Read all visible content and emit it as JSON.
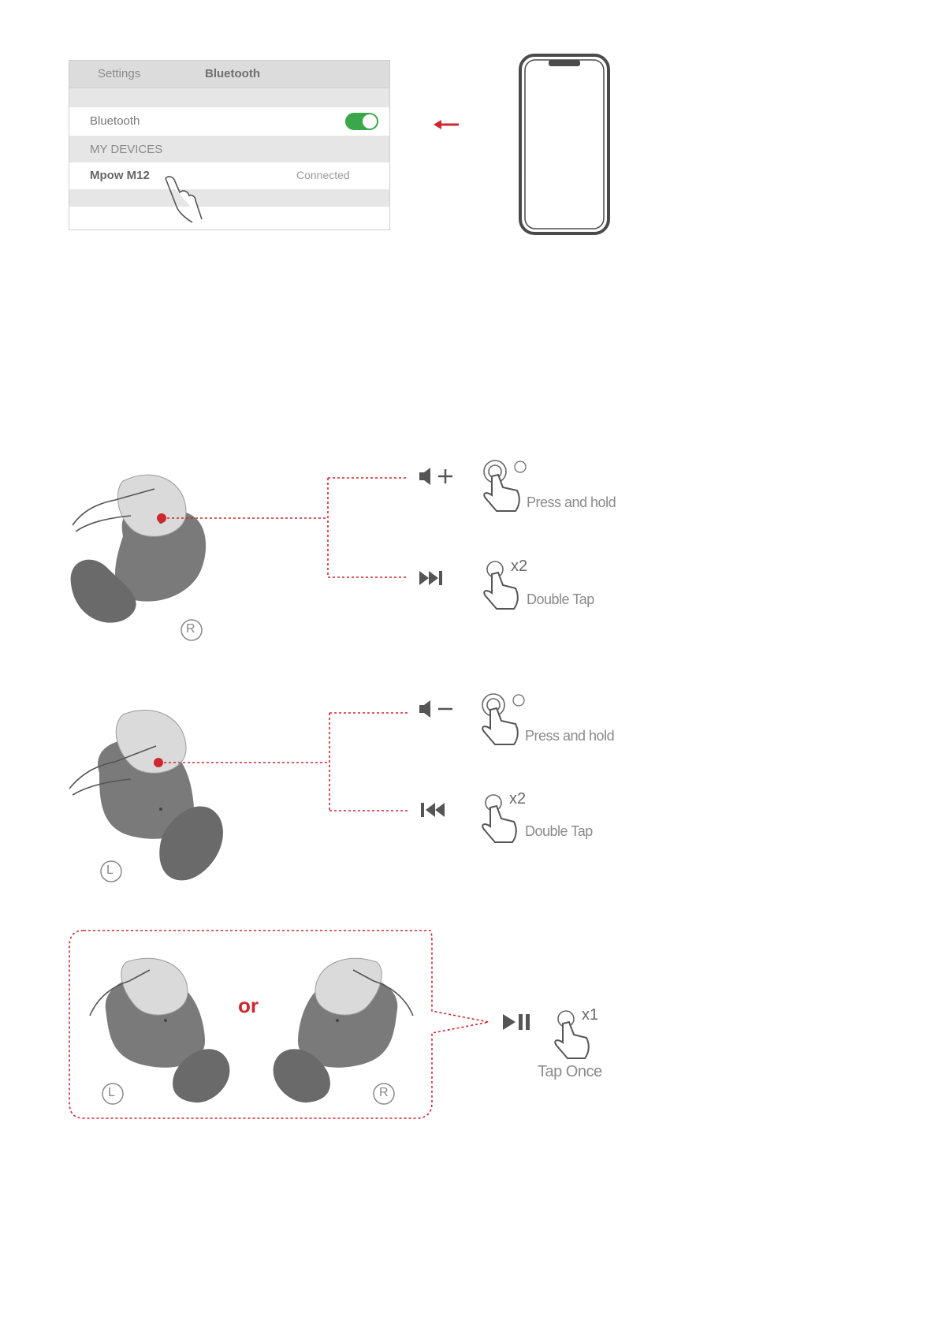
{
  "bluetooth_panel": {
    "breadcrumb": "Settings",
    "title": "Bluetooth",
    "toggle_label": "Bluetooth",
    "toggle_state": "on",
    "section_header": "MY DEVICES",
    "device_name": "Mpow M12",
    "device_status": "Connected"
  },
  "right_earbud": {
    "side": "R",
    "actions": [
      {
        "control": "volume-up",
        "gesture_count": "",
        "gesture_label": "Press and hold"
      },
      {
        "control": "next-track",
        "gesture_count": "x2",
        "gesture_label": "Double Tap"
      }
    ]
  },
  "left_earbud": {
    "side": "L",
    "actions": [
      {
        "control": "volume-down",
        "gesture_count": "",
        "gesture_label": "Press and hold"
      },
      {
        "control": "previous-track",
        "gesture_count": "x2",
        "gesture_label": "Double Tap"
      }
    ]
  },
  "play_pause": {
    "left_side": "L",
    "right_side": "R",
    "or_label": "or",
    "control": "play-pause",
    "gesture_count": "x1",
    "gesture_label": "Tap Once"
  },
  "colors": {
    "accent_red": "#d0262f",
    "toggle_green": "#3aa84a",
    "earbud_dark": "#6e6e6e",
    "earbud_mid": "#8c8c8c",
    "earbud_light": "#d6d6d6",
    "line_gray": "#6a6a6a"
  }
}
